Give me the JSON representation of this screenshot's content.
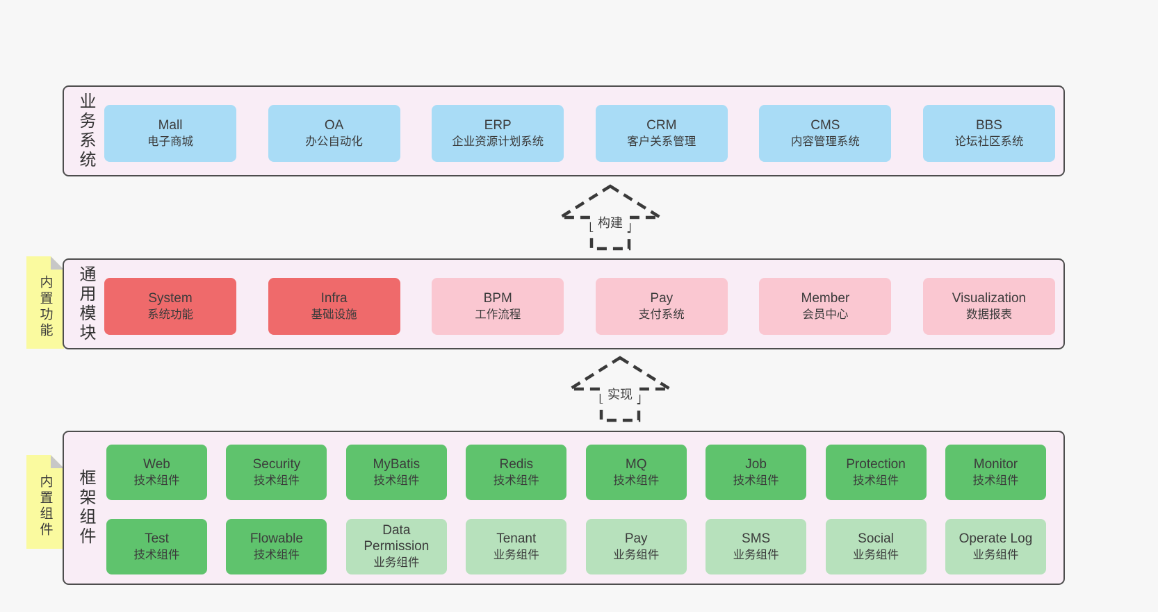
{
  "layers": {
    "business": {
      "label": "业务系统",
      "boxes": [
        {
          "name": "Mall",
          "desc": "电子商城"
        },
        {
          "name": "OA",
          "desc": "办公自动化"
        },
        {
          "name": "ERP",
          "desc": "企业资源计划系统"
        },
        {
          "name": "CRM",
          "desc": "客户关系管理"
        },
        {
          "name": "CMS",
          "desc": "内容管理系统"
        },
        {
          "name": "BBS",
          "desc": "论坛社区系统"
        }
      ]
    },
    "modules": {
      "label": "通用模块",
      "tag": "内置功能",
      "boxes": [
        {
          "name": "System",
          "desc": "系统功能"
        },
        {
          "name": "Infra",
          "desc": "基础设施"
        },
        {
          "name": "BPM",
          "desc": "工作流程"
        },
        {
          "name": "Pay",
          "desc": "支付系统"
        },
        {
          "name": "Member",
          "desc": "会员中心"
        },
        {
          "name": "Visualization",
          "desc": "数据报表"
        }
      ]
    },
    "framework": {
      "label": "框架组件",
      "tag": "内置组件",
      "row1": [
        {
          "name": "Web",
          "desc": "技术组件"
        },
        {
          "name": "Security",
          "desc": "技术组件"
        },
        {
          "name": "MyBatis",
          "desc": "技术组件"
        },
        {
          "name": "Redis",
          "desc": "技术组件"
        },
        {
          "name": "MQ",
          "desc": "技术组件"
        },
        {
          "name": "Job",
          "desc": "技术组件"
        },
        {
          "name": "Protection",
          "desc": "技术组件"
        },
        {
          "name": "Monitor",
          "desc": "技术组件"
        }
      ],
      "row2": [
        {
          "name": "Test",
          "desc": "技术组件"
        },
        {
          "name": "Flowable",
          "desc": "技术组件"
        },
        {
          "name": "Data Permission",
          "desc": "业务组件"
        },
        {
          "name": "Tenant",
          "desc": "业务组件"
        },
        {
          "name": "Pay",
          "desc": "业务组件"
        },
        {
          "name": "SMS",
          "desc": "业务组件"
        },
        {
          "name": "Social",
          "desc": "业务组件"
        },
        {
          "name": "Operate Log",
          "desc": "业务组件"
        }
      ]
    }
  },
  "arrows": [
    {
      "label": "构建"
    },
    {
      "label": "实现"
    }
  ],
  "colors": {
    "background": "#f7f7f7",
    "panel_bg": "#f9edf6",
    "panel_border": "#4d4d4d",
    "blue_box": "#a9dcf6",
    "red_box": "#ef6a6b",
    "pink_box": "#fac7d1",
    "green_dark_box": "#5fc36d",
    "green_light_box": "#b7e1bc",
    "sticky_note": "#fafa9f",
    "sticky_fold": "#c7c7c7",
    "text": "#3b3b3b"
  }
}
